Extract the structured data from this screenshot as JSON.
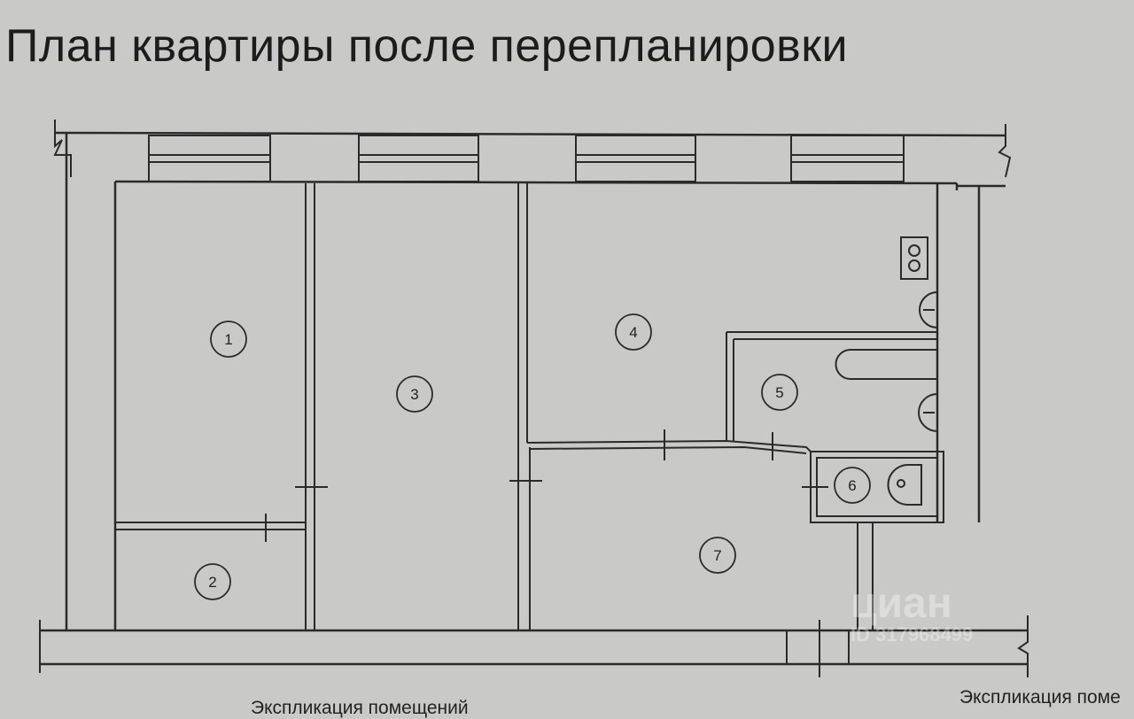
{
  "title": "План квартиры после перепланировки",
  "rooms": [
    "1",
    "2",
    "3",
    "4",
    "5",
    "6",
    "7"
  ],
  "legend_left": "Экспликация помещений",
  "legend_right": "Экспликация поме",
  "watermark": {
    "brand": "циан",
    "id": "ID 317968499"
  }
}
